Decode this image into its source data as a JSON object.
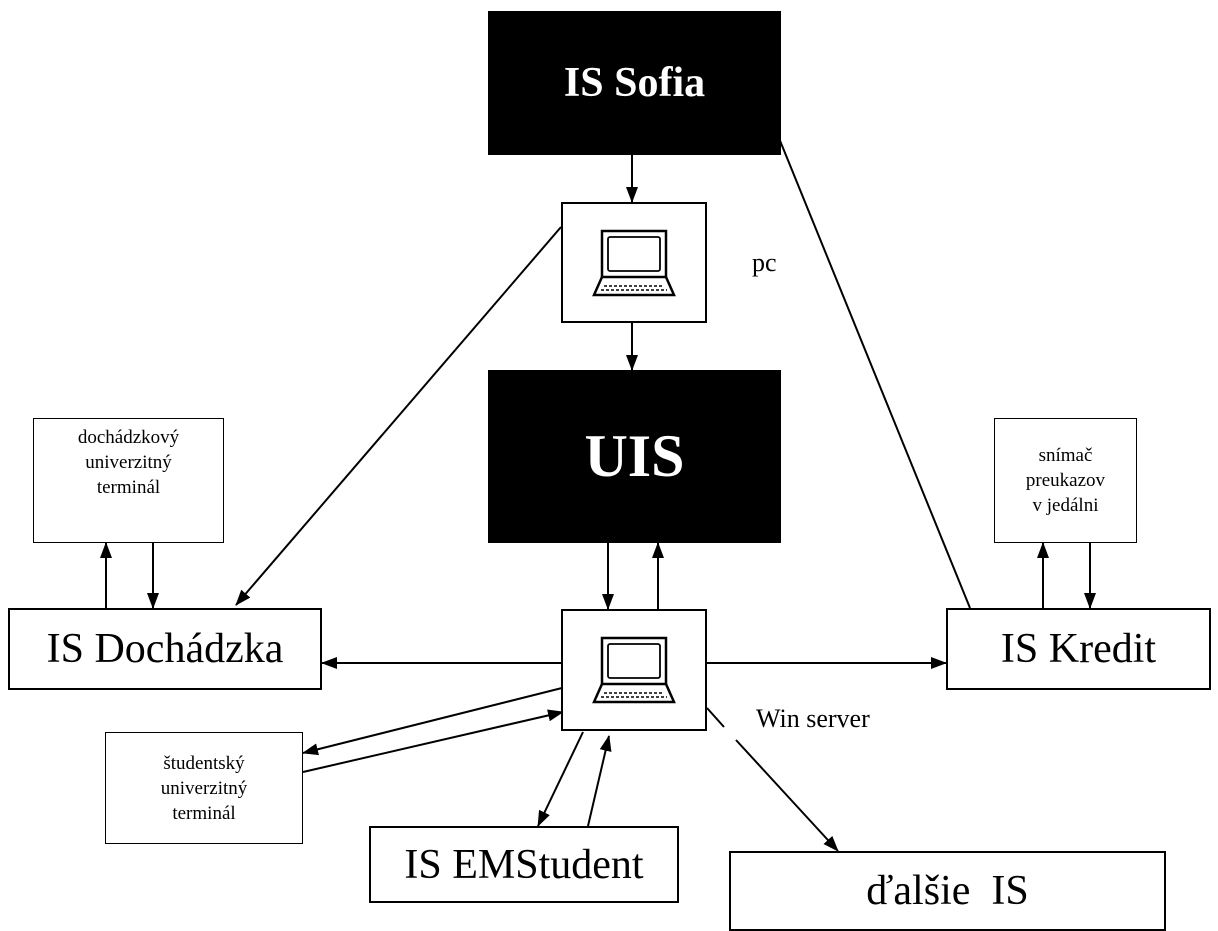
{
  "nodes": {
    "is_sofia": "IS Sofia",
    "uis": "UIS",
    "dochadzkovy_terminal": "dochádzkový\nuniverzitný\nterminál",
    "snimac": "snímač\npreukazov\nv jedálni",
    "is_dochadzka": "IS Dochádzka",
    "is_kredit": "IS Kredit",
    "studentsky_terminal": "študentský\nuniverzitný\nterminál",
    "is_emstudent": "IS EMStudent",
    "dalsie_is": "ďalšie  IS"
  },
  "labels": {
    "pc": "pc",
    "win_server": "Win server"
  },
  "icons": {
    "top_computer": "computer-icon",
    "server_computer": "computer-icon"
  },
  "colors": {
    "dark_box": "#000000",
    "line": "#000000",
    "background": "#ffffff"
  }
}
